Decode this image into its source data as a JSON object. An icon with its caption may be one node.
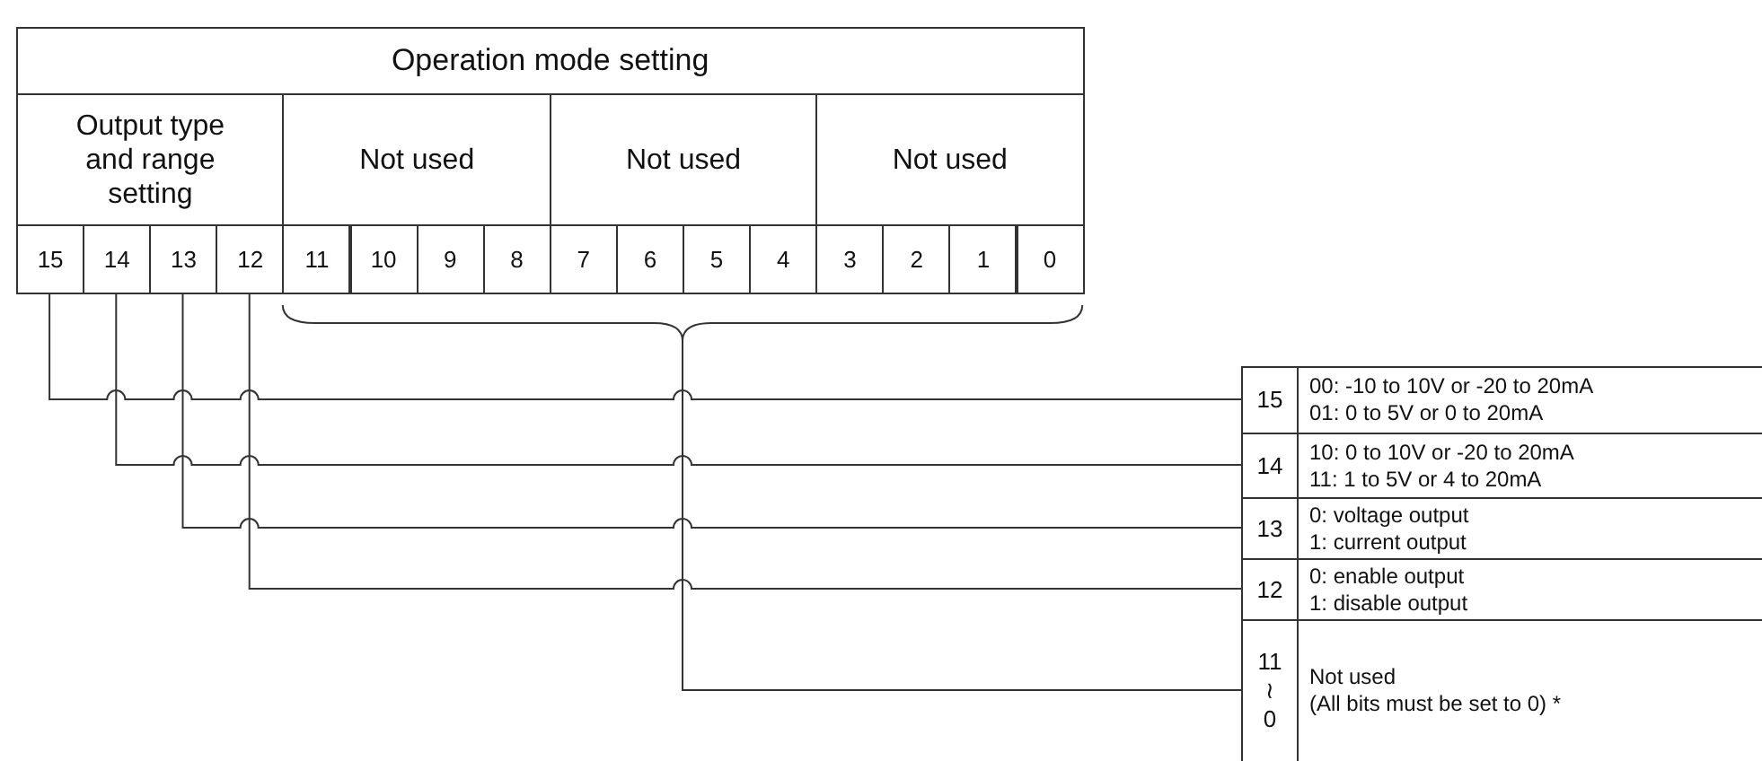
{
  "diagram": {
    "nodes": [
      {
        "text": [
          "Operation mode setting"
        ]
      },
      {
        "text": [
          "Output type and range setting"
        ]
      },
      {
        "text": [
          "Not used"
        ]
      },
      {
        "text": [
          "Not used"
        ]
      },
      {
        "text": [
          "Not used"
        ]
      },
      {
        "text": [
          "15"
        ]
      },
      {
        "text": [
          "14"
        ]
      },
      {
        "text": [
          "13"
        ]
      },
      {
        "text": [
          "12"
        ]
      },
      {
        "text": [
          "11"
        ]
      },
      {
        "text": [
          "10"
        ]
      },
      {
        "text": [
          "9"
        ]
      },
      {
        "text": [
          "8"
        ]
      },
      {
        "text": [
          "7"
        ]
      },
      {
        "text": [
          "6"
        ]
      },
      {
        "text": [
          "5"
        ]
      },
      {
        "text": [
          "4"
        ]
      },
      {
        "text": [
          "3"
        ]
      },
      {
        "text": [
          "2"
        ]
      },
      {
        "text": [
          "1"
        ]
      },
      {
        "text": [
          "0"
        ]
      },
      {
        "text": [],
        "shape": "brace"
      },
      {
        "text": [
          "15",
          "00: -10 to 10V or -20 to 20mA",
          "01: 0 to 5V or 0 to 20mA"
        ]
      },
      {
        "text": [
          "14",
          "10: 0 to 10V or -20 to 20mA",
          "11: 1 to 5V or 4 to 20mA"
        ]
      },
      {
        "text": [
          "13",
          "0: voltage output",
          "1: current output"
        ]
      },
      {
        "text": [
          "12",
          "0: enable output",
          "1: disable output"
        ]
      },
      {
        "text": [
          "11 ≀ 0",
          "Not used",
          "(All bits must be set to 0) *"
        ]
      }
    ],
    "edges": [
      {
        "from": 5,
        "to": 22,
        "arrow": "none"
      },
      {
        "from": 6,
        "to": 23,
        "arrow": "none"
      },
      {
        "from": 7,
        "to": 24,
        "arrow": "none"
      },
      {
        "from": 8,
        "to": 25,
        "arrow": "none"
      },
      {
        "from": 21,
        "to": 26,
        "arrow": "none"
      }
    ]
  }
}
